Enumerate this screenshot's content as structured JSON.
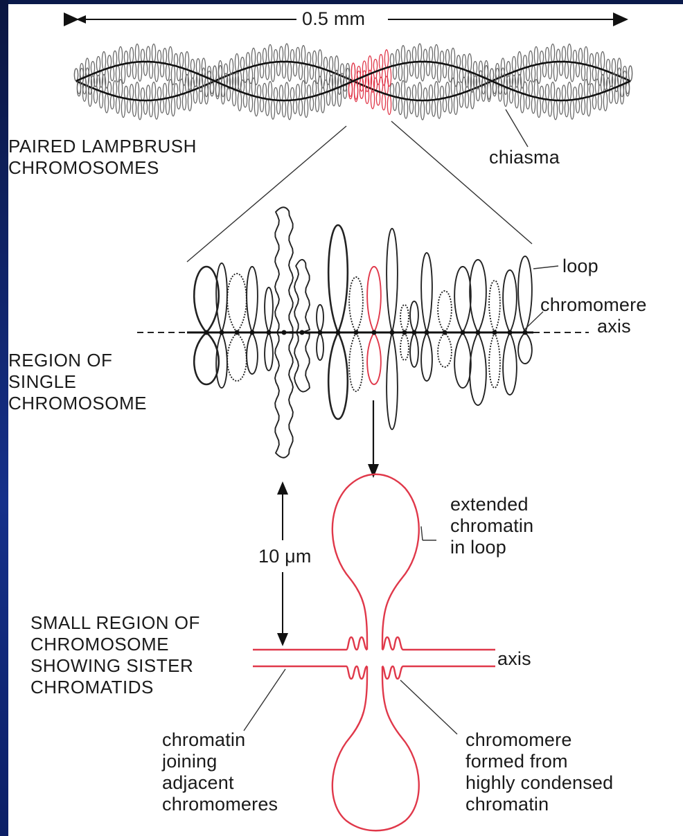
{
  "scale_label": "0.5 mm",
  "paired_label": "PAIRED LAMPBRUSH\nCHROMOSOMES",
  "chiasma_label": "chiasma",
  "loop_label": "loop",
  "chromomere_label": "chromomere",
  "axis_label_top": "axis",
  "region_label": "REGION OF\nSINGLE\nCHROMOSOME",
  "extended_label": "extended\nchromatin\nin loop",
  "distance_label": "10 μm",
  "small_region_label": "SMALL REGION OF\nCHROMOSOME\nSHOWING SISTER\nCHROMATIDS",
  "axis_label_bottom": "axis",
  "joining_label": "chromatin\njoining\nadjacent\nchromomeres",
  "condensed_label": "chromomere\nformed from\nhighly condensed\nchromatin",
  "colors": {
    "background": "#0a1a4a",
    "panel": "#ffffff",
    "ink": "#222222",
    "highlight": "#e0384a"
  }
}
